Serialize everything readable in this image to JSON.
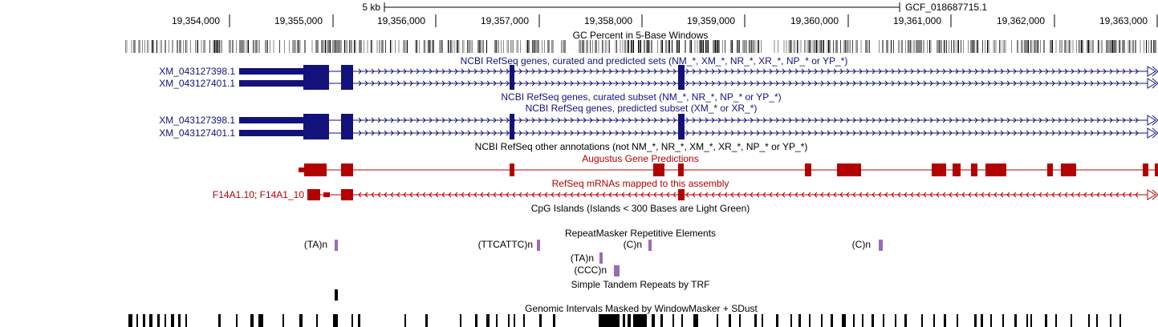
{
  "scale": {
    "label": "5 kb",
    "assembly": "GCF_018687715.1"
  },
  "ruler": {
    "ticks": [
      "19,354,000",
      "19,355,000",
      "19,356,000",
      "19,357,000",
      "19,358,000",
      "19,359,000",
      "19,360,000",
      "19,361,000",
      "19,362,000",
      "19,363,000"
    ]
  },
  "tracks": {
    "gc": {
      "title": "GC Percent in 5-Base Windows"
    },
    "refseq_all": {
      "title": "NCBI RefSeq genes, curated and predicted sets (NM_*, XM_*, NR_*, XR_*, NP_* or YP_*)",
      "items": [
        "XM_043127398.1",
        "XM_043127401.1"
      ]
    },
    "refseq_curated": {
      "title": "NCBI RefSeq genes, curated subset (NM_*, NR_*, NP_* or YP_*)"
    },
    "refseq_predicted": {
      "title": "NCBI RefSeq genes, predicted subset (XM_* or XR_*)",
      "items": [
        "XM_043127398.1",
        "XM_043127401.1"
      ]
    },
    "refseq_other": {
      "title": "NCBI RefSeq other annotations (not NM_*, NR_*, XM_*, XR_*, NP_* or YP_*)"
    },
    "augustus": {
      "title": "Augustus Gene Predictions"
    },
    "refseq_mrna": {
      "title": "RefSeq mRNAs mapped to this assembly",
      "item": "F14A1.10; F14A1_10"
    },
    "cpg": {
      "title": "CpG Islands (Islands < 300 Bases are Light Green)"
    },
    "repeatmasker": {
      "title": "RepeatMasker Repetitive Elements",
      "items": [
        "(TA)n",
        "(TTCATTC)n",
        "(C)n",
        "(C)n",
        "(TA)n",
        "(CCC)n"
      ]
    },
    "trf": {
      "title": "Simple Tandem Repeats by TRF"
    },
    "windowmasker": {
      "title": "Genomic Intervals Masked by WindowMasker + SDust"
    }
  },
  "colors": {
    "navy": "#12127a",
    "red": "#b30000",
    "purple": "#9b6bb5",
    "black": "#000000"
  }
}
